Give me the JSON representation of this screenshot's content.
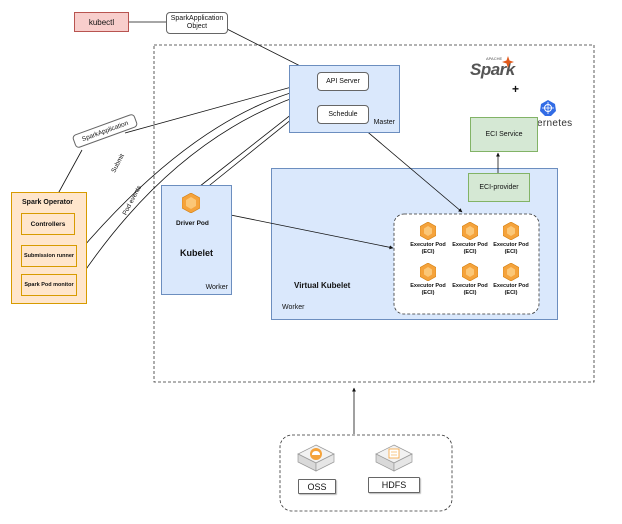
{
  "kubectl": "kubectl",
  "spark_app_object": "SparkApplication\nObject",
  "cluster": {
    "api_server": "API Server",
    "schedule": "Schedule",
    "master": "Master",
    "eci_service": "ECI Service",
    "eci_provider": "ECI-provider",
    "driver_pod": "Driver Pod",
    "kubelet": "Kubelet",
    "worker_left": "Worker",
    "virtual_kubelet": "Virtual Kubelet",
    "worker_right": "Worker",
    "executor_pods": [
      {
        "label": "Executor Pod",
        "sub": "(ECI)"
      },
      {
        "label": "Executor Pod",
        "sub": "(ECI)"
      },
      {
        "label": "Executor Pod",
        "sub": "(ECI)"
      },
      {
        "label": "Executor Pod",
        "sub": "(ECI)"
      },
      {
        "label": "Executor Pod",
        "sub": "(ECI)"
      },
      {
        "label": "Executor Pod",
        "sub": "(ECI)"
      }
    ]
  },
  "logos": {
    "spark_apache": "APACHE",
    "spark": "Spark",
    "plus": "+",
    "kubernetes": "kubernetes"
  },
  "operator": {
    "title": "Spark Operator",
    "controllers": "Controllers",
    "submission_runner": "Submission runner",
    "pod_monitor": "Spark Pod monitor"
  },
  "edge_labels": {
    "spark_application": "SparkApplication",
    "submit": "Submit",
    "pod_events": "Pod events"
  },
  "storage": {
    "oss": "OSS",
    "hdfs": "HDFS"
  },
  "colors": {
    "blue_fill": "#dae8fc",
    "green_fill": "#d5e8d4",
    "orange_fill": "#ffe6cc",
    "pink_fill": "#f8cecc",
    "pod_orange": "#f5a33b"
  }
}
